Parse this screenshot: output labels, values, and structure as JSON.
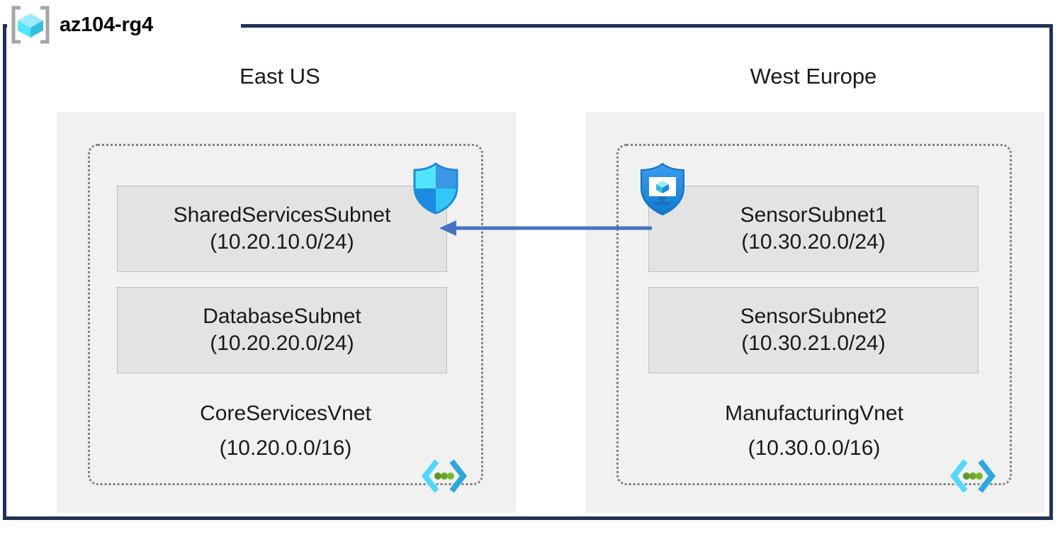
{
  "diagram": {
    "resource_group": {
      "name": "az104-rg4",
      "icon": "resource-group-cube-icon",
      "frame_color": "#1f3356"
    },
    "regions": [
      {
        "id": "east-us",
        "label": "East US",
        "panel_color": "#f1f1f1",
        "vnet": {
          "name": "CoreServicesVnet",
          "cidr": "(10.20.0.0/16)",
          "icon": "virtual-network-icon",
          "border_style": "dotted",
          "border_color": "#808080",
          "subnets": [
            {
              "name": "SharedServicesSubnet",
              "cidr": "(10.20.10.0/24)",
              "badge_icon": "network-security-group-shield-icon",
              "fill": "#e3e3e3",
              "border": "#c0c0c0"
            },
            {
              "name": "DatabaseSubnet",
              "cidr": "(10.20.20.0/24)",
              "badge_icon": null,
              "fill": "#e3e3e3",
              "border": "#c0c0c0"
            }
          ]
        }
      },
      {
        "id": "west-europe",
        "label": "West Europe",
        "panel_color": "#f1f1f1",
        "vnet": {
          "name": "ManufacturingVnet",
          "cidr": "(10.30.0.0/16)",
          "icon": "virtual-network-icon",
          "border_style": "dotted",
          "border_color": "#808080",
          "subnets": [
            {
              "name": "SensorSubnet1",
              "cidr": "(10.30.20.0/24)",
              "badge_icon": "application-security-group-icon",
              "fill": "#e3e3e3",
              "border": "#c0c0c0"
            },
            {
              "name": "SensorSubnet2",
              "cidr": "(10.30.21.0/24)",
              "badge_icon": null,
              "fill": "#e3e3e3",
              "border": "#c0c0c0"
            }
          ]
        }
      }
    ],
    "connection": {
      "name": "vnet-peering-arrow",
      "direction": "right-to-left",
      "from": "SensorSubnet1",
      "to": "SharedServicesSubnet",
      "color": "#4472c4",
      "label": ""
    },
    "palette": {
      "azure_blue": "#0078d4",
      "azure_cyan": "#50e6ff",
      "arrow_blue": "#4472c4",
      "frame_navy": "#1f3356",
      "region_gray": "#f1f1f1",
      "subnet_gray": "#e3e3e3",
      "dotted_gray": "#808080",
      "vnet_dot_green": "#5e9624"
    }
  }
}
